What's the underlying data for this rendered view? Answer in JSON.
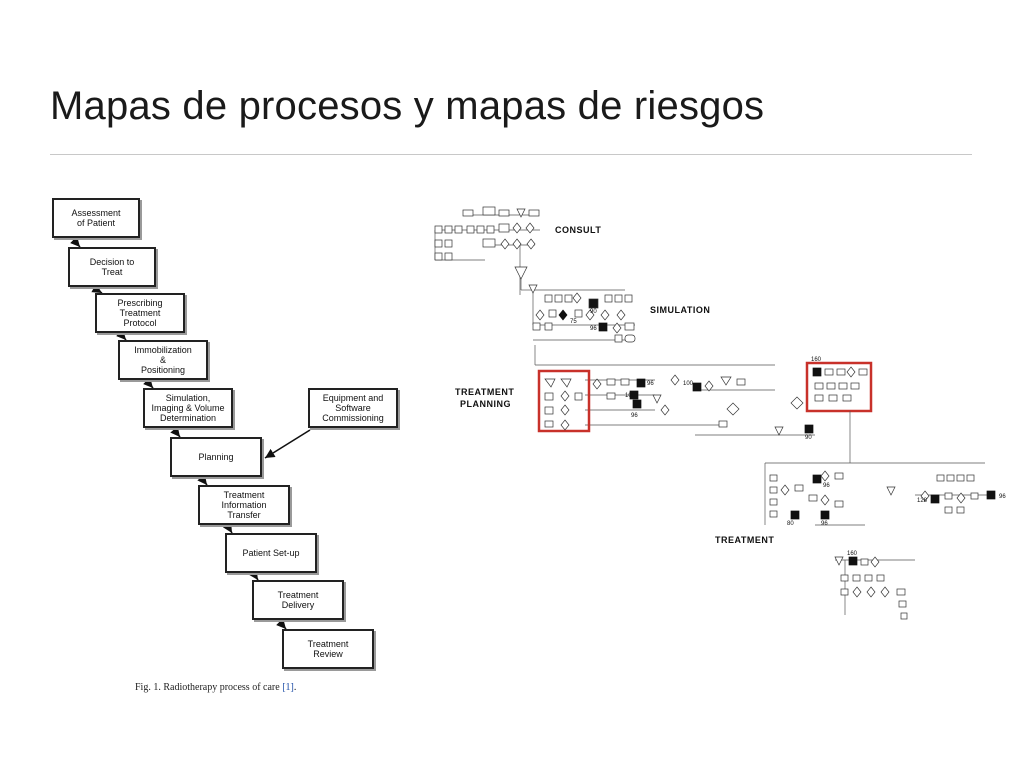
{
  "title": "Mapas de procesos y mapas de riesgos",
  "flow": {
    "steps": [
      "Assessment\nof Patient",
      "Decision to\nTreat",
      "Prescribing\nTreatment\nProtocol",
      "Immobilization\n&\nPositioning",
      "Simulation,\nImaging & Volume\nDetermination",
      "Planning",
      "Treatment\nInformation\nTransfer",
      "Patient Set-up",
      "Treatment\nDelivery",
      "Treatment\nReview"
    ],
    "side_step": "Equipment and\nSoftware\nCommissioning",
    "caption": "Fig. 1.  Radiotherapy process of care",
    "caption_ref": "[1]",
    "caption_end": "."
  },
  "risk_map": {
    "labels": {
      "consult": "CONSULT",
      "simulation": "SIMULATION",
      "treatment_planning_1": "TREATMENT",
      "treatment_planning_2": "PLANNING",
      "treatment": "TREATMENT"
    },
    "scores": [
      "90",
      "75",
      "96",
      "96",
      "100",
      "96",
      "100",
      "160",
      "90",
      "96",
      "80",
      "96",
      "128",
      "96",
      "160"
    ],
    "highlight_color": "#c8312a"
  }
}
